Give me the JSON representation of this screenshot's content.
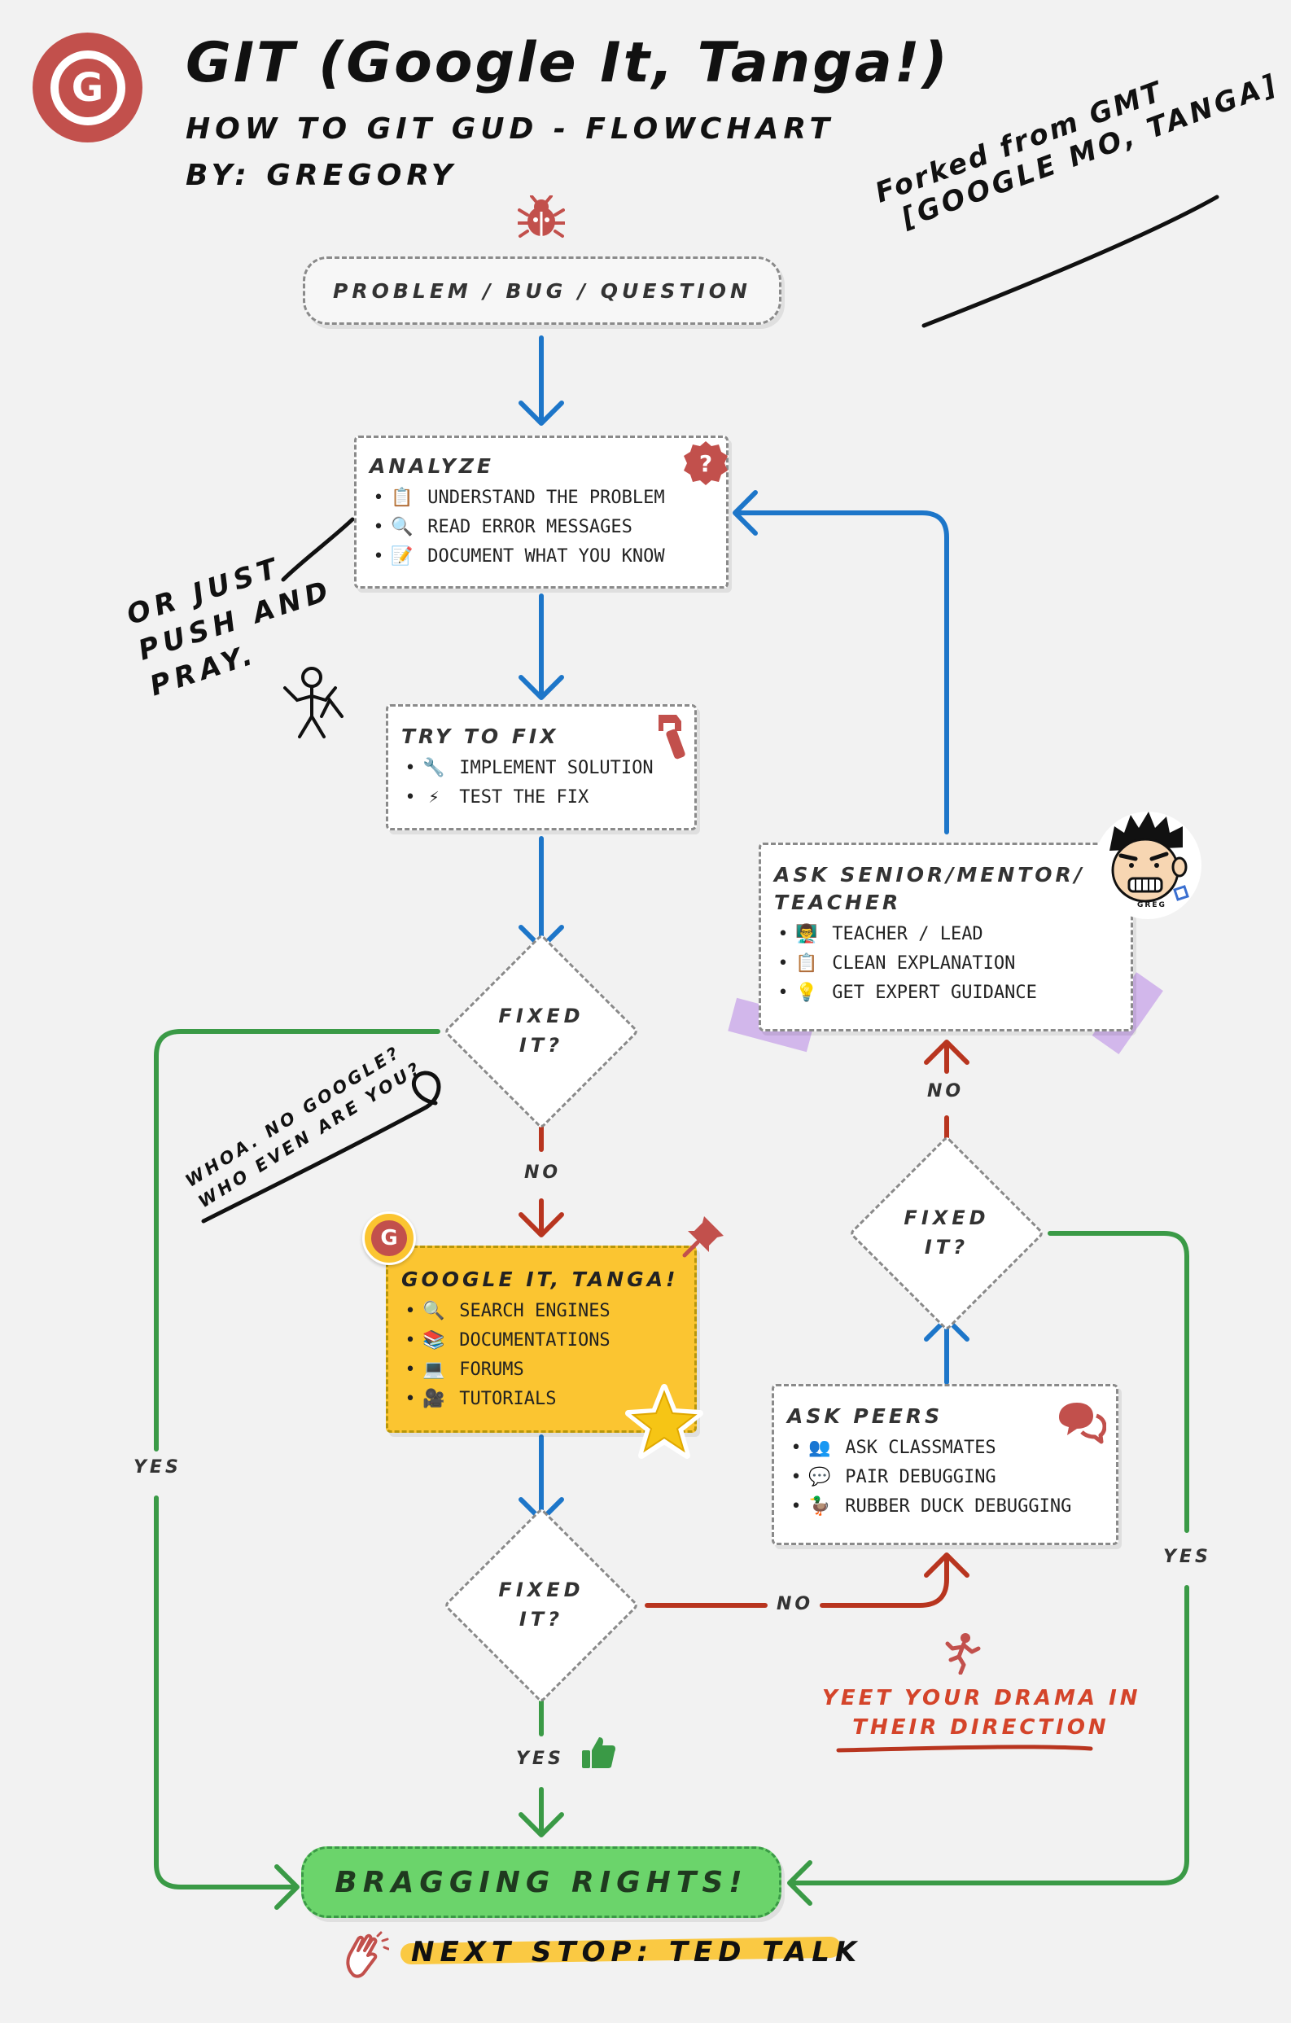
{
  "header": {
    "logo_letter": "G",
    "title": "GIT (Google It, Tanga!)",
    "subtitle": "HOW TO GIT GUD - FLOWCHART",
    "byline": "BY: GREGORY"
  },
  "fork_note": {
    "line1": "Forked from GMT",
    "line2": "[GOOGLE MO, TANGA]"
  },
  "start": {
    "label": "PROBLEM / BUG / QUESTION",
    "icon": "bug-icon"
  },
  "analyze": {
    "title": "ANALYZE",
    "icon": "question-badge-icon",
    "items": [
      {
        "emoji": "📋",
        "text": "UNDERSTAND THE PROBLEM"
      },
      {
        "emoji": "🔍",
        "text": "READ ERROR MESSAGES"
      },
      {
        "emoji": "📝",
        "text": "DOCUMENT WHAT YOU KNOW"
      }
    ]
  },
  "push_note": {
    "line1": "OR JUST",
    "line2": "PUSH AND",
    "line3": "PRAY."
  },
  "try_fix": {
    "title": "TRY TO FIX",
    "icon": "wrench-icon",
    "items": [
      {
        "emoji": "🔧",
        "text": "IMPLEMENT SOLUTION"
      },
      {
        "emoji": "⚡",
        "text": "TEST THE FIX"
      }
    ]
  },
  "fixed1": {
    "line1": "FIXED",
    "line2": "IT?"
  },
  "fixed2": {
    "line1": "FIXED",
    "line2": "IT?"
  },
  "fixed3": {
    "line1": "FIXED",
    "line2": "IT?"
  },
  "whoa_note": {
    "line1": "WHOA. NO GOOGLE?",
    "line2": "WHO EVEN ARE YOU?"
  },
  "google_it": {
    "title": "GOOGLE IT, TANGA!",
    "icon": "google-badge-icon",
    "items": [
      {
        "emoji": "🔍",
        "text": "SEARCH ENGINES"
      },
      {
        "emoji": "📚",
        "text": "DOCUMENTATIONS"
      },
      {
        "emoji": "💻",
        "text": "FORUMS"
      },
      {
        "emoji": "🎥",
        "text": "TUTORIALS"
      }
    ]
  },
  "ask_senior": {
    "title_line1": "ASK SENIOR/MENTOR/",
    "title_line2": "TEACHER",
    "items": [
      {
        "emoji": "👨‍🏫",
        "text": "TEACHER / LEAD"
      },
      {
        "emoji": "📋",
        "text": "CLEAN EXPLANATION"
      },
      {
        "emoji": "💡",
        "text": "GET EXPERT GUIDANCE"
      }
    ],
    "avatar_label": "GREG"
  },
  "ask_peers": {
    "title": "ASK PEERS",
    "icon": "chat-bubbles-icon",
    "items": [
      {
        "emoji": "👥",
        "text": "ASK CLASSMATES"
      },
      {
        "emoji": "💬",
        "text": "PAIR DEBUGGING"
      },
      {
        "emoji": "🦆",
        "text": "RUBBER DUCK DEBUGGING"
      }
    ]
  },
  "yeet_note": {
    "line1": "YEET YOUR DRAMA IN",
    "line2": "THEIR DIRECTION"
  },
  "edges": {
    "no": "NO",
    "yes": "YES"
  },
  "end": {
    "label": "BRAGGING RIGHTS!"
  },
  "footer": {
    "label": "NEXT STOP: TED TALK",
    "icon": "clapping-hands-icon"
  },
  "colors": {
    "blue": "#1d76c9",
    "red": "#b8351f",
    "green": "#3a9a46",
    "brand": "#c2504c",
    "yellow": "#fbc531",
    "end_green": "#6bd46b"
  }
}
